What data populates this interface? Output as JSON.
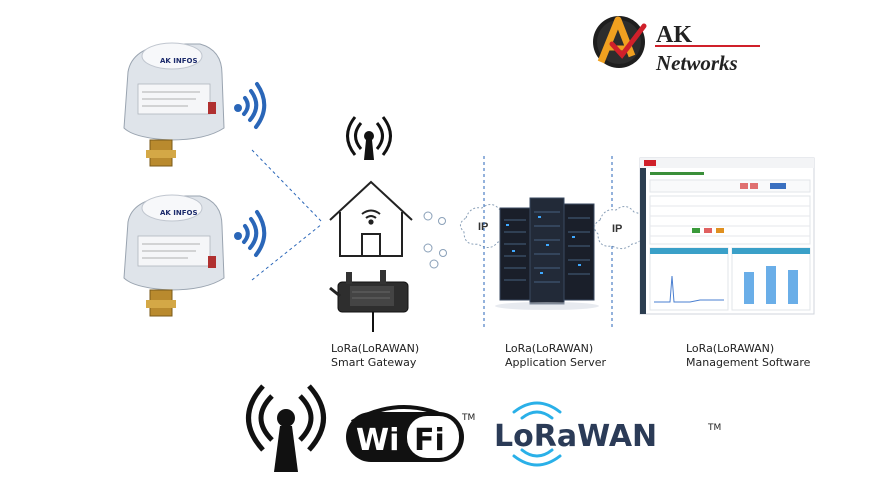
{
  "brand": {
    "logo_text": "AK",
    "networks_label": "Networks"
  },
  "meters": [
    {
      "brand": "AK INFOS"
    },
    {
      "brand": "AK INFOS"
    }
  ],
  "links": {
    "ip_1": "IP",
    "ip_2": "IP"
  },
  "captions": {
    "gateway_line1": "LoRa(LoRAWAN)",
    "gateway_line2": "Smart Gateway",
    "server_line1": "LoRa(LoRAWAN)",
    "server_line2": "Application Server",
    "software_line1": "LoRa(LoRAWAN)",
    "software_line2": "Management Software"
  },
  "logos": {
    "wifi_part1": "Wi",
    "wifi_part2": "Fi",
    "lorawan": "LoRaWAN",
    "trademark": "TM"
  },
  "colors": {
    "signal_blue": "#2a66b8",
    "lora_blue": "#2ab0e8",
    "brand_red": "#d0202a",
    "brand_orange": "#f0a020"
  }
}
